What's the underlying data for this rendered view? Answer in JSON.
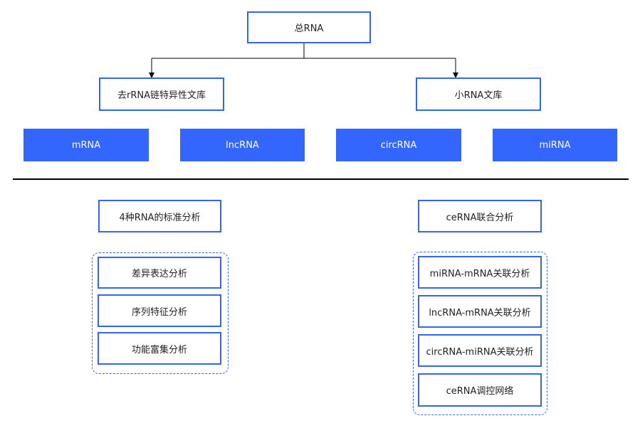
{
  "colors": {
    "accent": "#3366ee",
    "fill": "#3366ff",
    "divider": "#000000"
  },
  "root": "总RNA",
  "libraries": {
    "left": "去rRNA链特异性文库",
    "right": "小RNA文库"
  },
  "rna_types": [
    "mRNA",
    "lncRNA",
    "circRNA",
    "miRNA"
  ],
  "sections": {
    "left": {
      "title": "4种RNA的标准分析",
      "items": [
        "差异表达分析",
        "序列特征分析",
        "功能富集分析"
      ]
    },
    "right": {
      "title": "ceRNA联合分析",
      "items": [
        "miRNA-mRNA关联分析",
        "lncRNA-mRNA关联分析",
        "circRNA-miRNA关联分析",
        "ceRNA调控网络"
      ]
    }
  }
}
